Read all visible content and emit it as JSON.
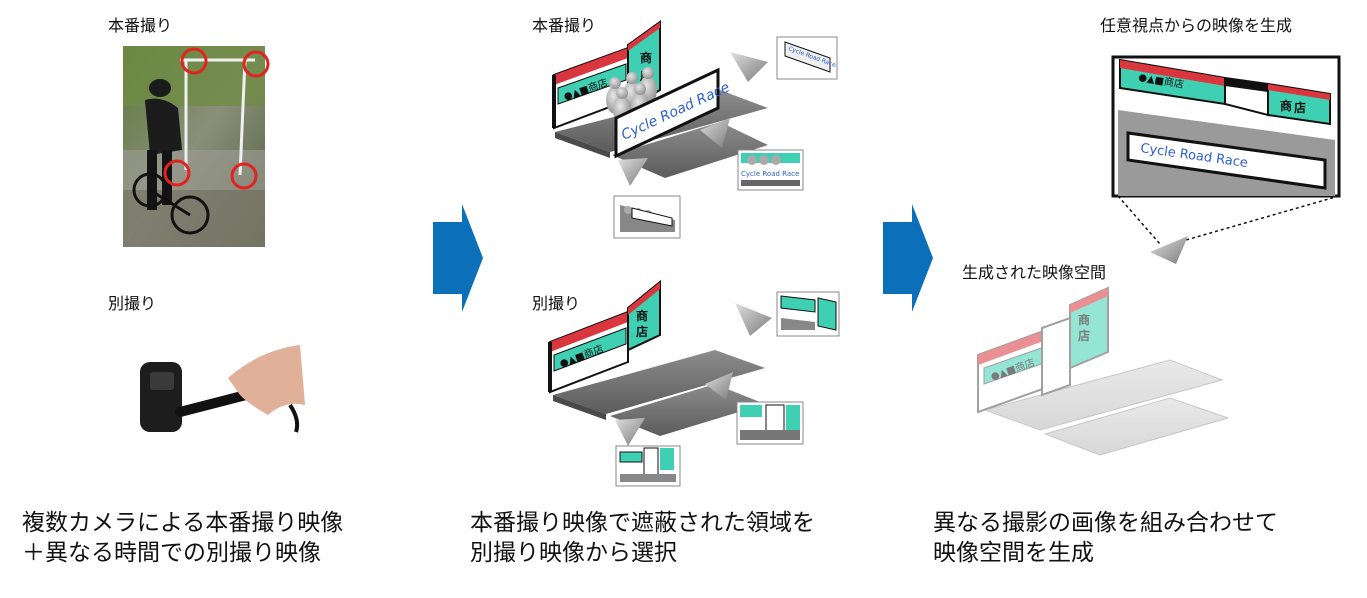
{
  "col1": {
    "top_label": "本番撮り",
    "bottom_label": "別撮り",
    "caption_line1": "複数カメラによる本番撮り映像",
    "caption_line2": "＋異なる時間での別撮り映像"
  },
  "col2": {
    "top_label": "本番撮り",
    "bottom_label": "別撮り",
    "caption_line1": "本番撮り映像で遮蔽された領域を",
    "caption_line2": "別撮り映像から選択"
  },
  "col3": {
    "top_label": "任意視点からの映像を生成",
    "mid_label": "生成された映像空間",
    "caption_line1": "異なる撮影の画像を組み合わせて",
    "caption_line2": "映像空間を生成"
  },
  "scene": {
    "banner_text": "Cycle Road Race",
    "banner_small": "Cycle Road Race",
    "shop_sign_horizontal": "●▲■商店",
    "shop_sign_vertical_1": "商",
    "shop_sign_vertical_2": "店",
    "shop_glyphs": "●▲■"
  },
  "colors": {
    "arrow": "#0b6fba",
    "marker_circle": "#e32222",
    "sign_teal": "#3fd0b4",
    "sign_red": "#d9363e",
    "banner_text": "#2a5fd0",
    "platform": "#777777"
  }
}
